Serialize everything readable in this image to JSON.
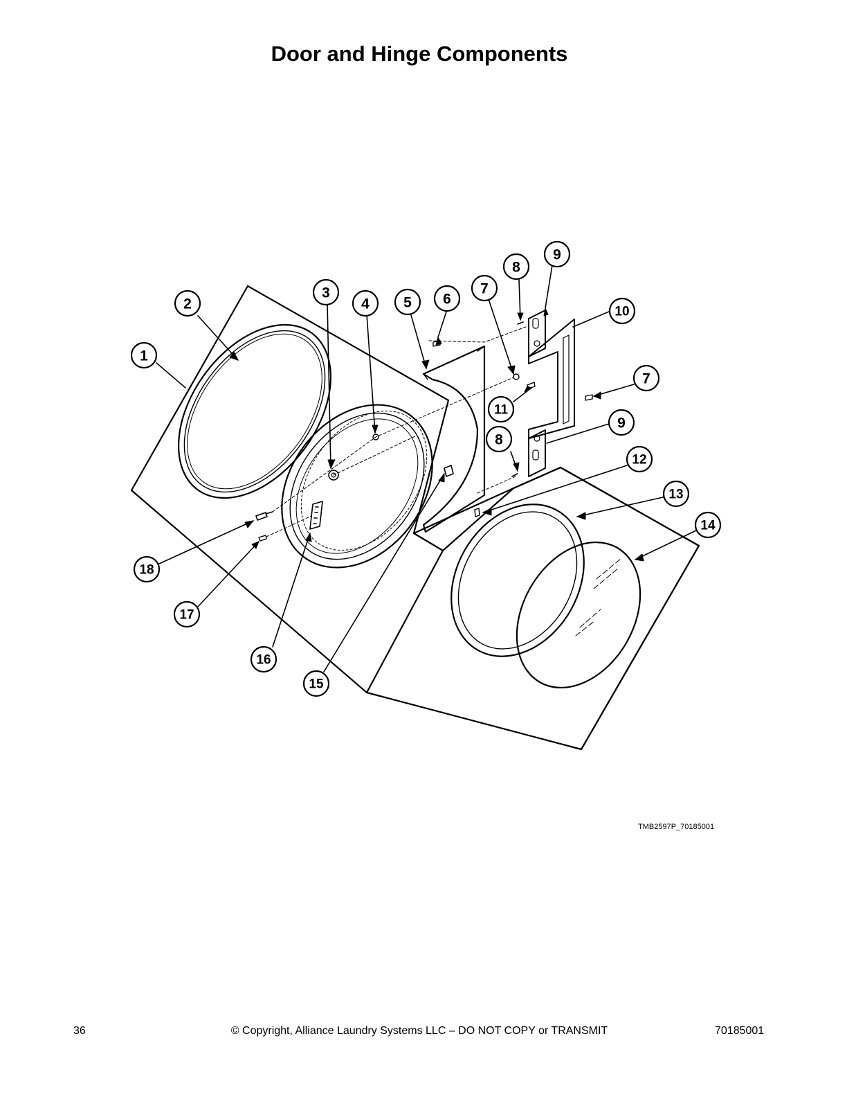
{
  "page": {
    "title": "Door and Hinge Components",
    "drawing_id": "TMB2597P_70185001",
    "footer": {
      "page_number": "36",
      "copyright": "© Copyright, Alliance Laundry Systems LLC – DO NOT COPY or TRANSMIT",
      "doc_number": "70185001"
    }
  },
  "callouts": [
    "1",
    "2",
    "3",
    "4",
    "5",
    "6",
    "7",
    "7",
    "8",
    "8",
    "9",
    "9",
    "10",
    "11",
    "12",
    "13",
    "14",
    "15",
    "16",
    "17",
    "18"
  ]
}
